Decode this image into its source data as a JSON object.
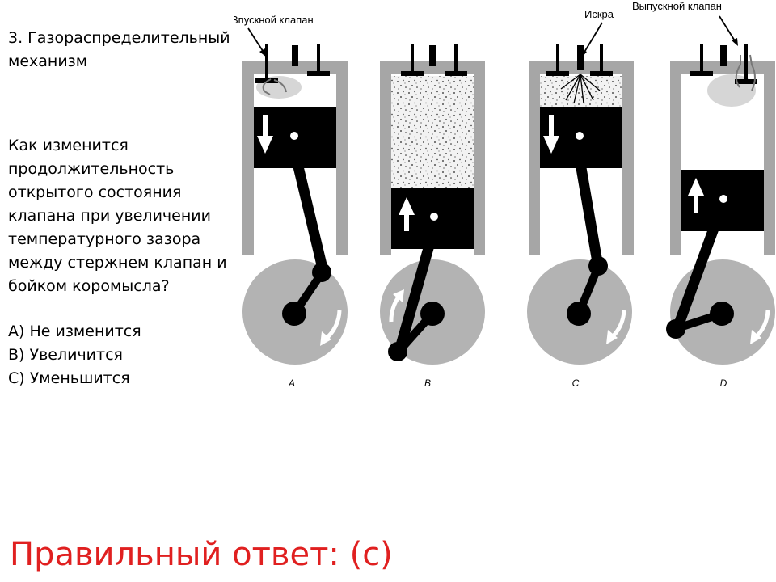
{
  "question": {
    "title": "3. Газораспределительный\n механизм",
    "text": "Как изменится продолжительность открытого состояния клапана при увеличении температурного зазора между стержнем клапан и бойком коромысла?",
    "options": [
      "A) Не изменится",
      "B) Увеличится",
      "C) Уменьшится"
    ]
  },
  "diagram": {
    "labels": {
      "intake_valve": "Впускной клапан",
      "spark": "Искра",
      "exhaust_valve": "Выпускной клапан"
    },
    "strokes": [
      "A",
      "B",
      "C",
      "D"
    ]
  },
  "answer": "Правильный ответ: (c)",
  "colors": {
    "answer": "#e02020",
    "cylinder": "#a6a6a6",
    "crank_disc": "#b3b3b3",
    "piston": "#000000"
  }
}
